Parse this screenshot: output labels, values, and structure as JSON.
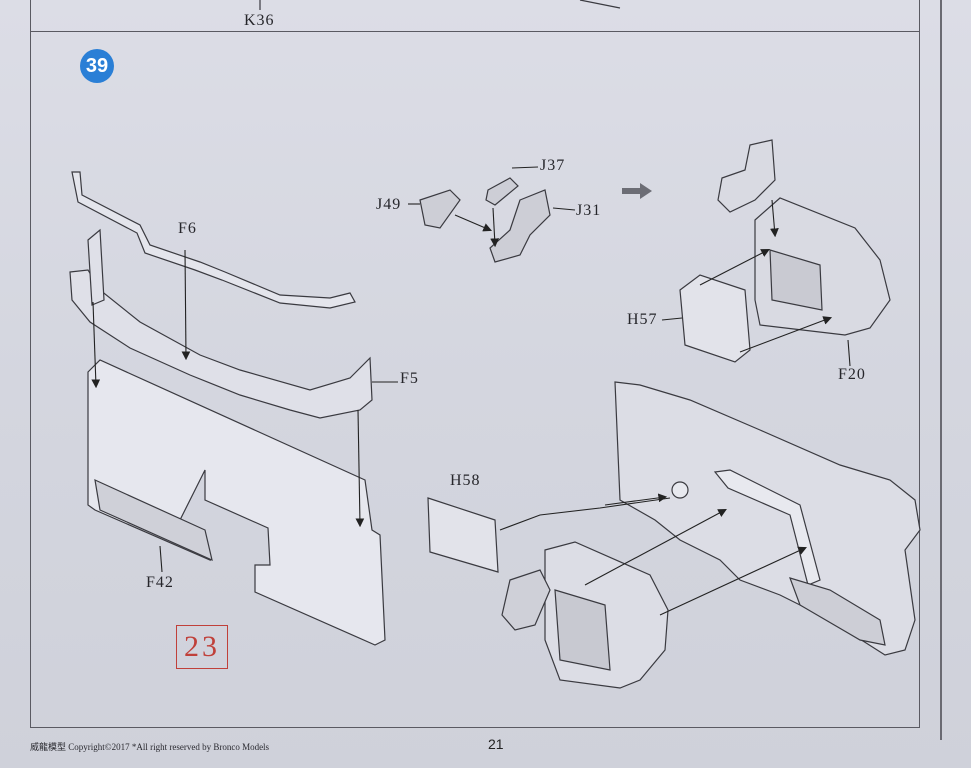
{
  "header": {
    "prev_part_label": "K36"
  },
  "step": {
    "number": "39"
  },
  "parts": {
    "f6": "F6",
    "f5": "F5",
    "f42": "F42",
    "j37": "J37",
    "j49": "J49",
    "j31": "J31",
    "h57": "H57",
    "f20": "F20",
    "h58": "H58"
  },
  "stamp": {
    "text": "23"
  },
  "footer": {
    "copyright": "威龍模型  Copyright©2017  *All right reserved by Bronco Models",
    "page_number": "21"
  },
  "colors": {
    "step_badge": "#2a7fd6",
    "stamp_red": "#c0403a",
    "line": "#3a3a40"
  }
}
